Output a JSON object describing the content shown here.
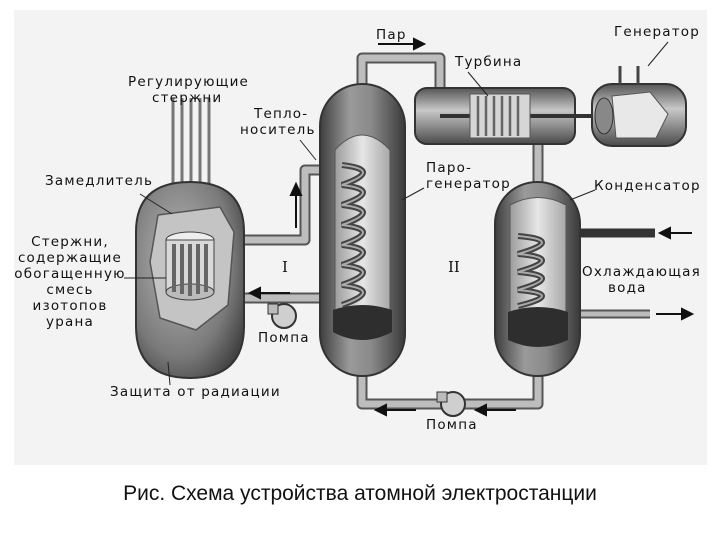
{
  "labels": {
    "steam": "Пар",
    "turbine": "Турбина",
    "generator": "Генератор",
    "control_rods_1": "Регулирующие",
    "control_rods_2": "стержни",
    "coolant_1": "Тепло-",
    "coolant_2": "носитель",
    "moderator": "Замедлитель",
    "fuel_1": "Стержни,",
    "fuel_2": "содержащие",
    "fuel_3": "обогащенную",
    "fuel_4": "смесь",
    "fuel_5": "изотопов",
    "fuel_6": "урана",
    "steam_gen_1": "Паро-",
    "steam_gen_2": "генератор",
    "condenser": "Конденсатор",
    "cooling_1": "Охлаждающая",
    "cooling_2": "вода",
    "pump_primary": "Помпа",
    "pump_secondary": "Помпа",
    "shield": "Защита от радиации",
    "loop_1": "I",
    "loop_2": "II"
  },
  "caption": "Рис. Схема устройства атомной электростанции",
  "colors": {
    "background": "#ffffff",
    "frame": "#f3f3f3",
    "vessel_dark": "#5a5a5a",
    "vessel_light": "#d2d2d2",
    "pipe": "#9a9a9a",
    "water": "#2e2e2e"
  }
}
